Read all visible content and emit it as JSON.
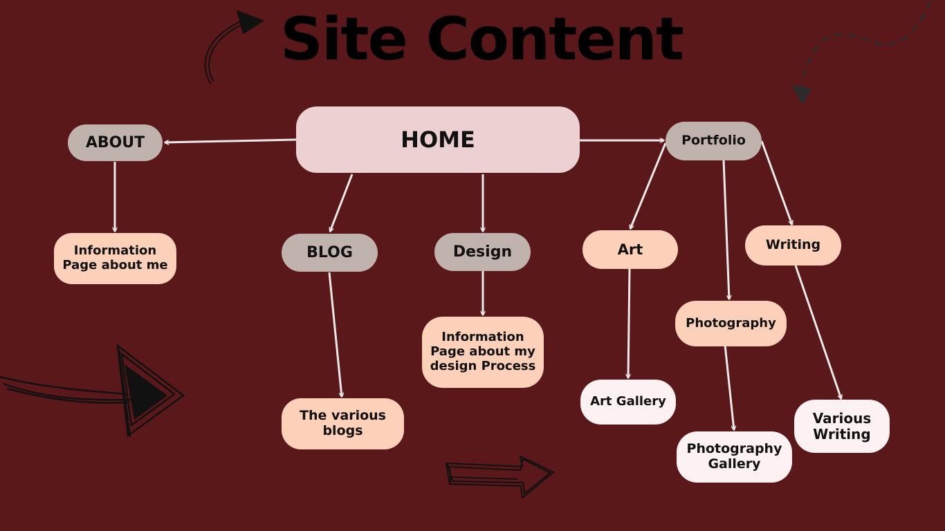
{
  "title": "Site Content",
  "colors": {
    "background": "#5b181b",
    "home_fill": "#ecd0d2",
    "section_fill": "#c0b3ad",
    "subpage_fill": "#fdd0b9",
    "leaf_fill": "#fdf1f1",
    "connector": "#ebebeb"
  },
  "nodes": {
    "home": "HOME",
    "about": "ABOUT",
    "portfolio": "Portfolio",
    "blog": "BLOG",
    "design": "Design",
    "about_info": [
      "Information",
      "Page about me"
    ],
    "design_info": [
      "Information",
      "Page about my",
      "design Process"
    ],
    "blogs": [
      "The various",
      "blogs"
    ],
    "art": "Art",
    "writing": "Writing",
    "photography": "Photography",
    "art_gallery": "Art Gallery",
    "photography_gallery": [
      "Photography",
      "Gallery"
    ],
    "various_writing": [
      "Various",
      "Writing"
    ]
  },
  "decorations": [
    "curved-arrow-icon",
    "dashed-arrow-icon",
    "sketch-arrow-icon",
    "block-arrow-icon"
  ]
}
